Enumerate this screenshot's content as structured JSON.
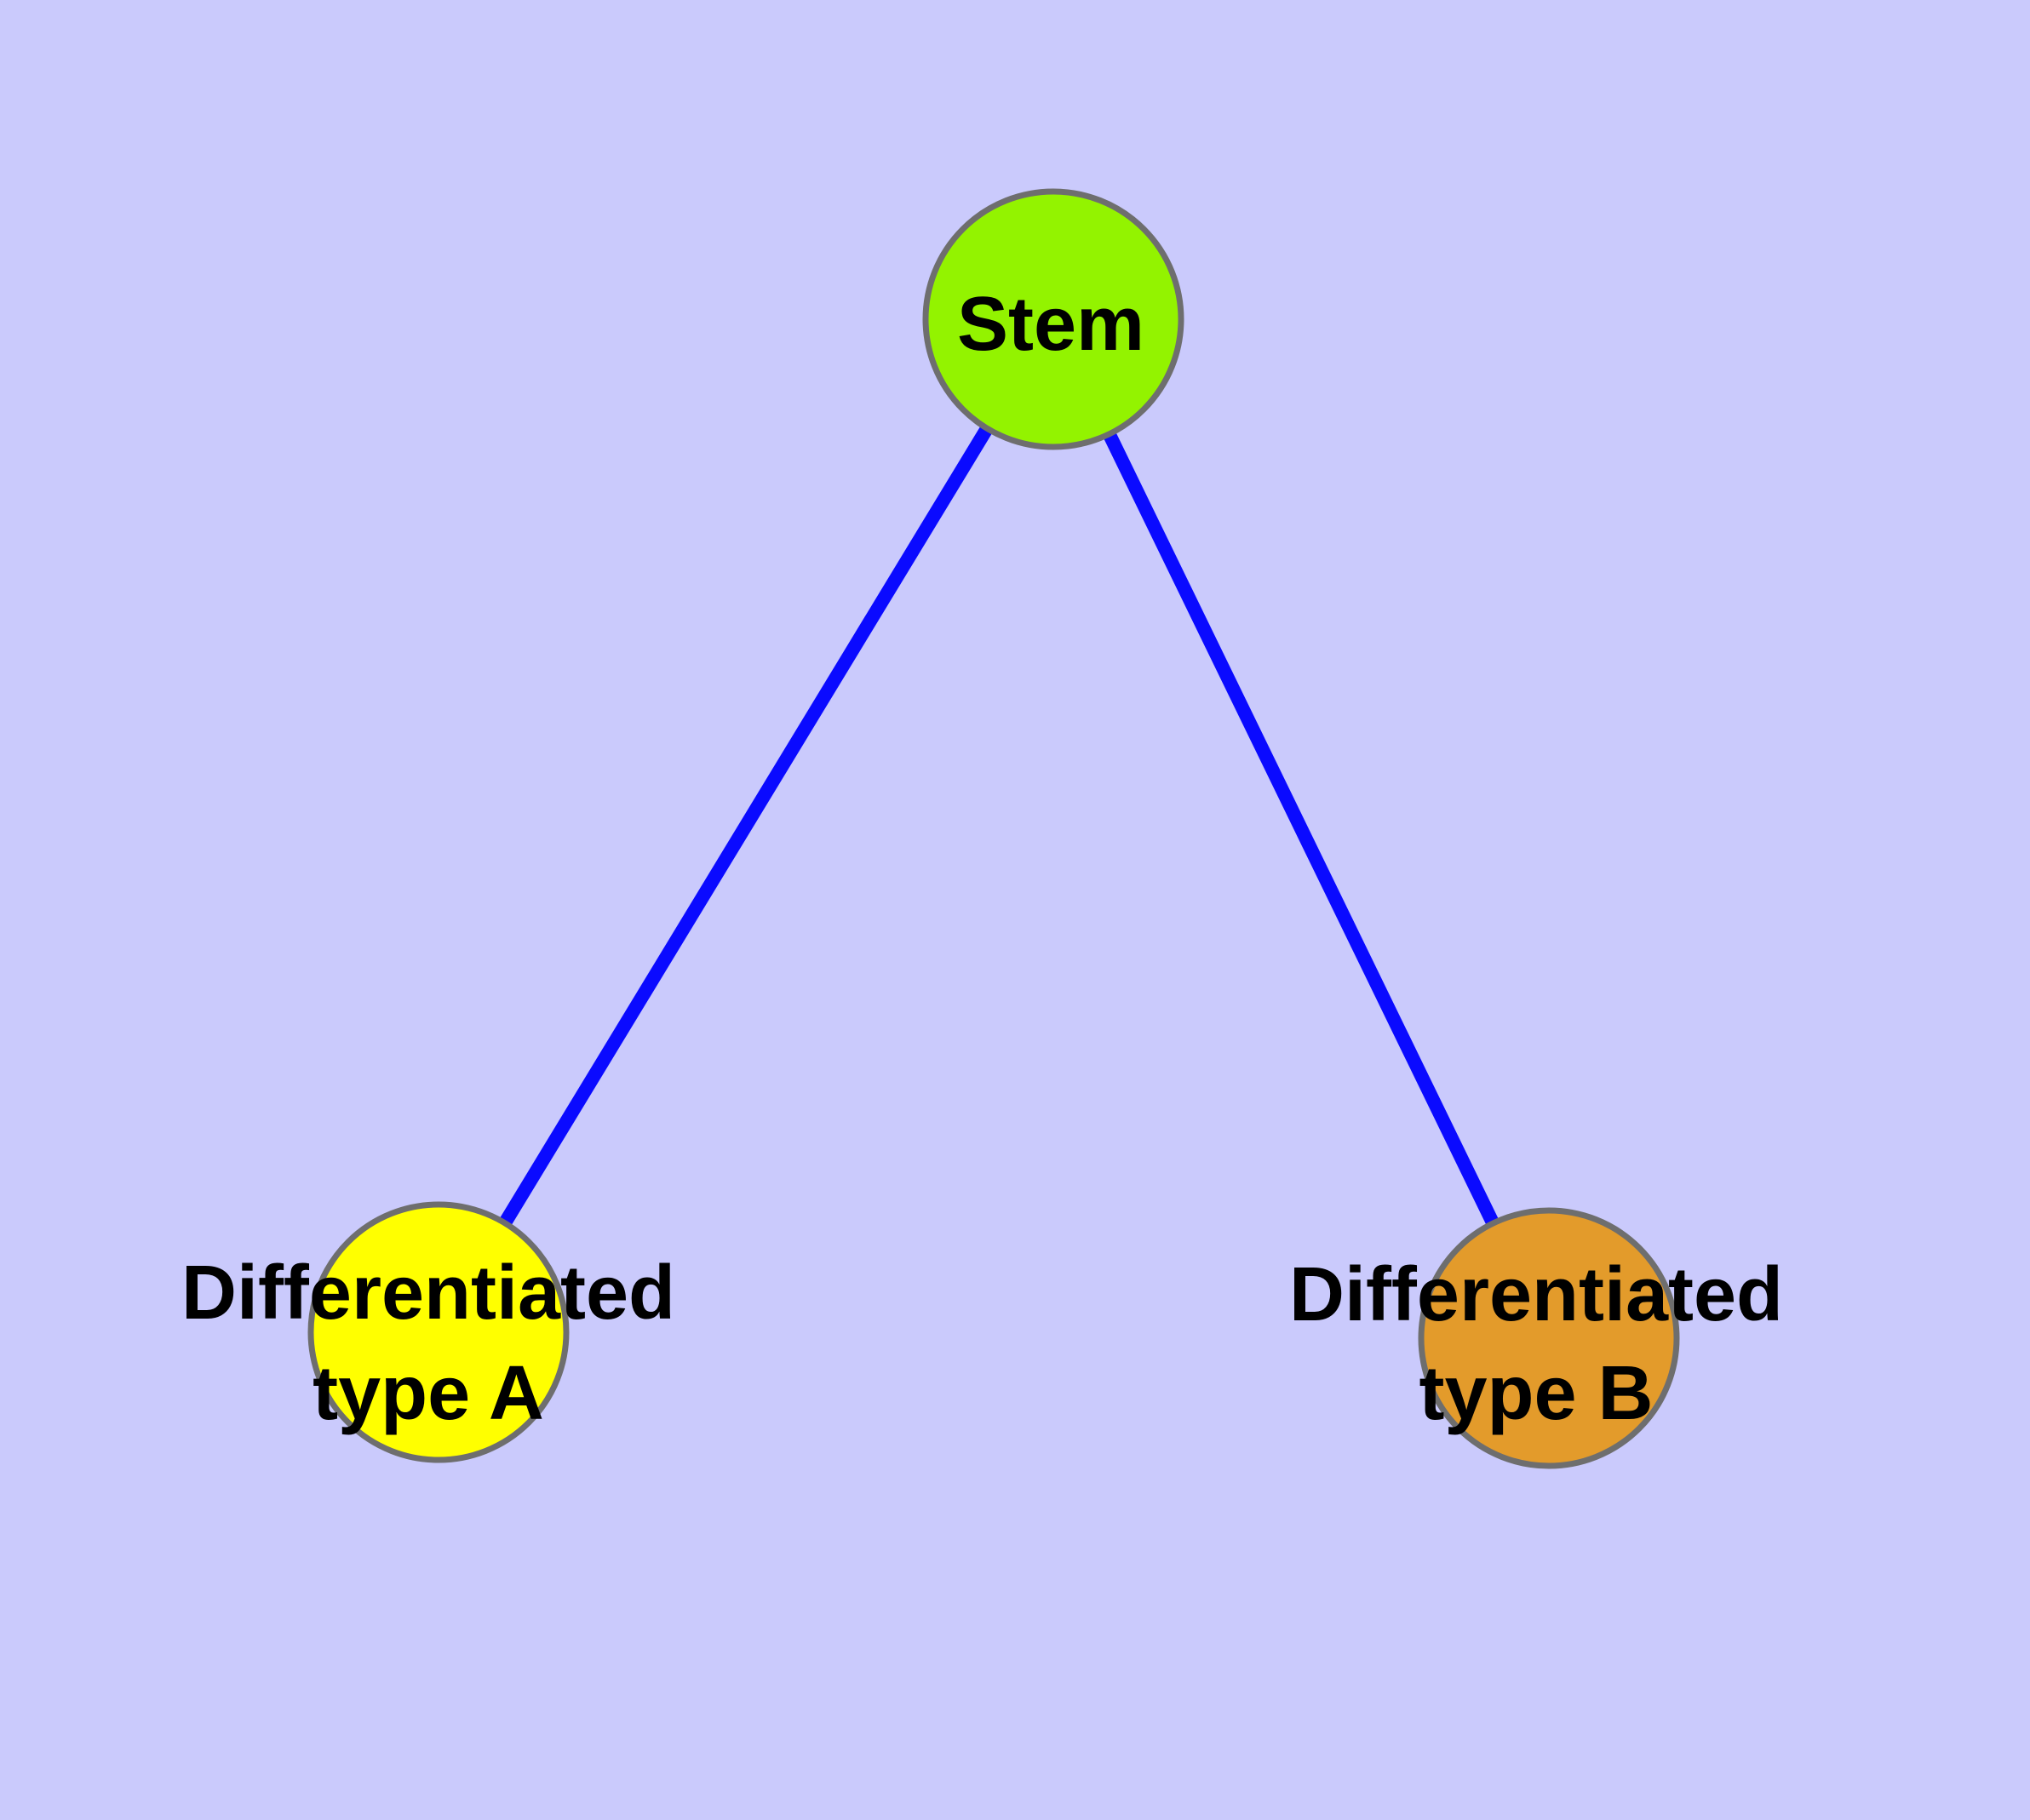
{
  "figure": {
    "background_color": "#cacafc",
    "edge_color": "#0a0aff",
    "node_border_color": "#6e6e6e",
    "label_color": "#000000",
    "nodes": {
      "stem": {
        "label": "Stem",
        "color": "#93f300"
      },
      "type_a": {
        "label_line1": "Differentiated",
        "label_line2": "type A",
        "color": "#ffff00"
      },
      "type_b": {
        "label_line1": "Differentiated",
        "label_line2": "type B",
        "color": "#e39b2b"
      }
    },
    "edges": [
      {
        "from": "Stem",
        "to": "Differentiated type A"
      },
      {
        "from": "Stem",
        "to": "Differentiated type B"
      }
    ]
  }
}
